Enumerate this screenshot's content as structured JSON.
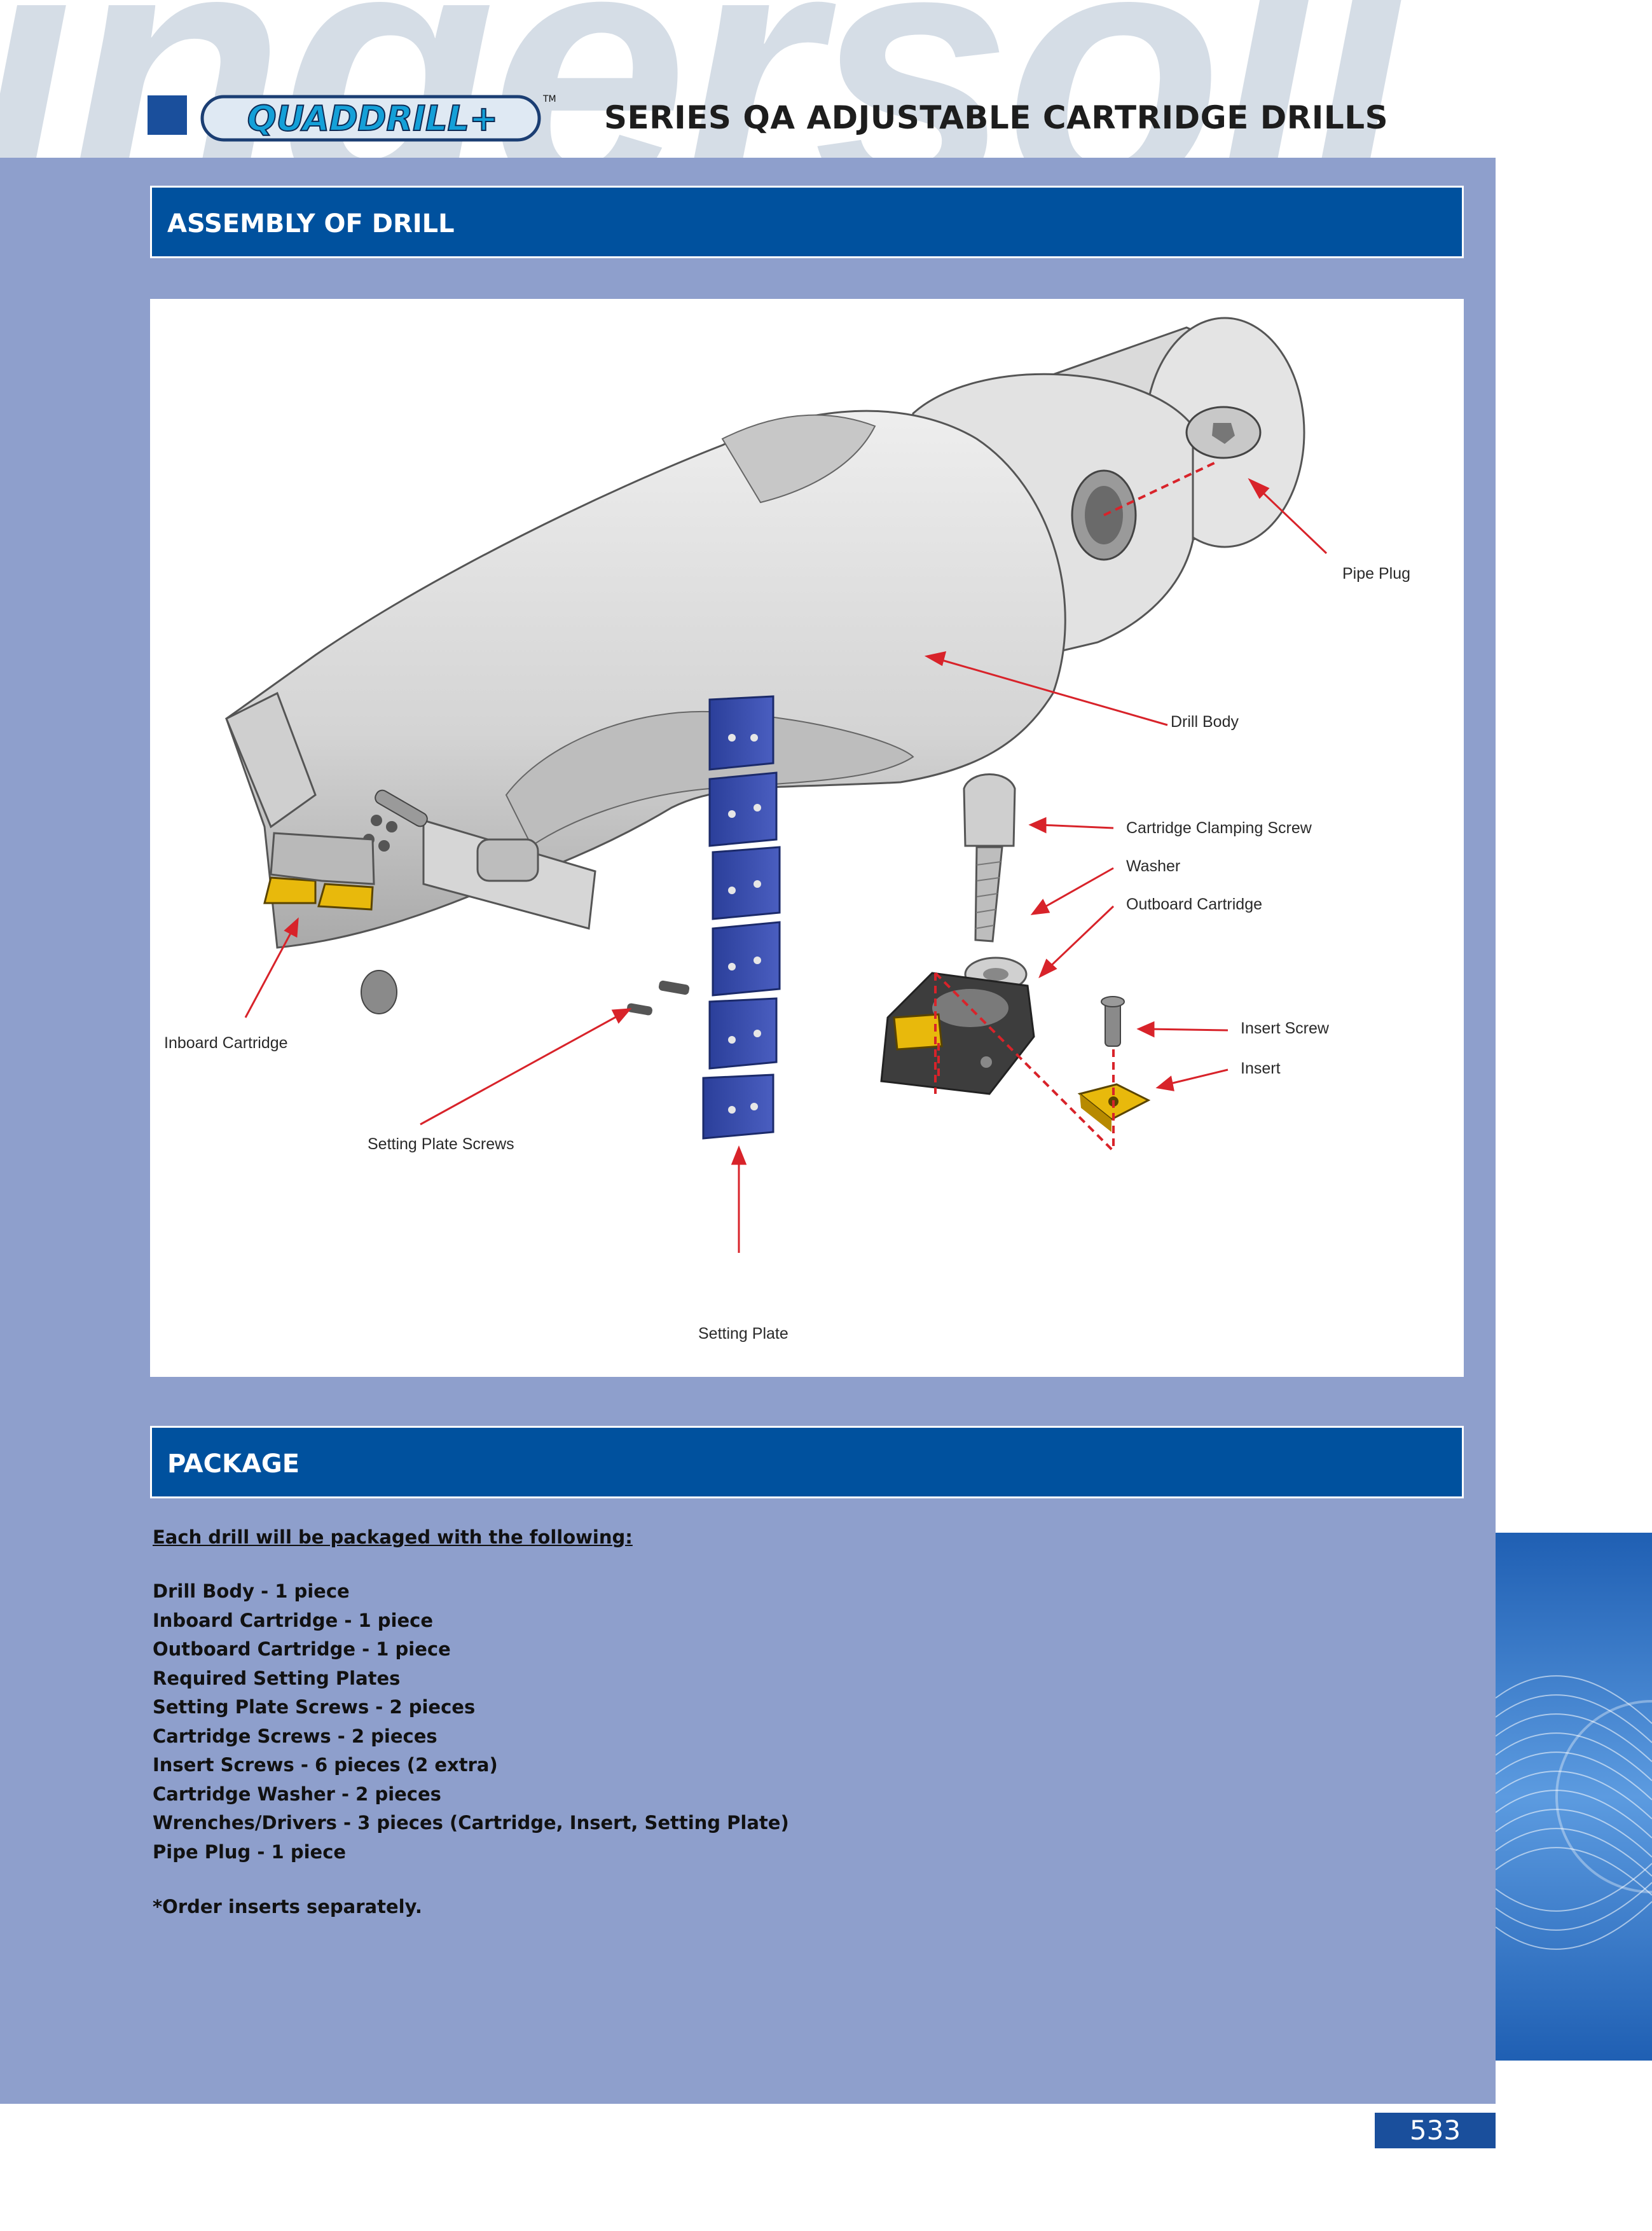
{
  "watermark": {
    "text": "ingersoll"
  },
  "header": {
    "logo_text": "QUADDRILL+",
    "logo_tm": "TM",
    "title": "SERIES QA ADJUSTABLE CARTRIDGE DRILLS"
  },
  "assembly": {
    "heading": "ASSEMBLY OF DRILL",
    "callouts": {
      "pipe_plug": "Pipe Plug",
      "drill_body": "Drill Body",
      "cartridge_clamping_screw": "Cartridge Clamping Screw",
      "washer": "Washer",
      "outboard_cartridge": "Outboard Cartridge",
      "insert_screw": "Insert Screw",
      "insert": "Insert",
      "inboard_cartridge": "Inboard Cartridge",
      "setting_plate_screws": "Setting Plate Screws",
      "setting_plate": "Setting Plate"
    }
  },
  "package": {
    "heading": "PACKAGE",
    "intro": "Each drill will be packaged with the following:",
    "items": [
      "Drill Body - 1 piece",
      "Inboard Cartridge - 1 piece",
      "Outboard Cartridge - 1 piece",
      "Required Setting Plates",
      "Setting Plate Screws - 2 pieces",
      "Cartridge Screws - 2 pieces",
      "Insert Screws - 6 pieces (2 extra)",
      "Cartridge Washer - 2 pieces",
      "Wrenches/Drivers - 3 pieces (Cartridge, Insert, Setting Plate)",
      "Pipe Plug - 1 piece"
    ],
    "note": "*Order inserts separately."
  },
  "page_number": "533",
  "colors": {
    "brand_blue": "#00519e",
    "panel_blue": "#8e9fcc",
    "watermark": "#d5dde6",
    "callout_red": "#d8232a",
    "insert_gold": "#e8b90c"
  }
}
